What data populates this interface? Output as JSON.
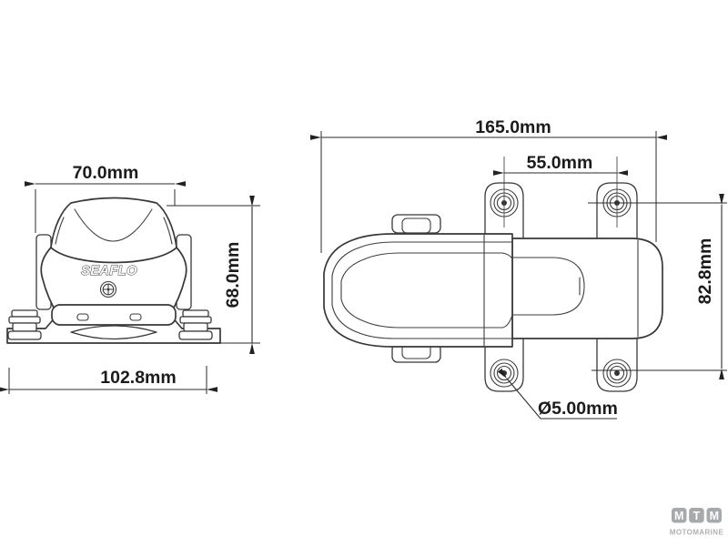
{
  "front_view": {
    "brand": "SEAFLO",
    "dim_width_top": "70.0mm",
    "dim_height": "68.0mm",
    "dim_width_base": "102.8mm"
  },
  "top_view": {
    "dim_length": "165.0mm",
    "dim_hole_spacing": "55.0mm",
    "dim_height": "82.8mm",
    "dim_hole_diameter": "Ø5.00mm"
  },
  "logo": {
    "letters": [
      "M",
      "T",
      "M"
    ],
    "name": "MOTOMARINE"
  },
  "colors": {
    "line": "#383838",
    "dimension": "#2b2b2b",
    "text": "#1b1b1b",
    "logo_gray": "#a7aaac",
    "background": "#ffffff"
  }
}
